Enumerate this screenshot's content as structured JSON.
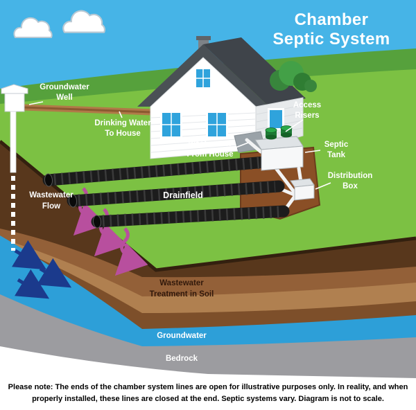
{
  "title": {
    "line1": "Chamber",
    "line2": "Septic System"
  },
  "labels": {
    "groundwater_well": [
      "Groundwater",
      "Well"
    ],
    "drinking_water_to_house": [
      "Drinking Water",
      "To House"
    ],
    "wastewater_from_house": [
      "Wastewater",
      "From House"
    ],
    "access_risers": [
      "Access",
      "Risers"
    ],
    "septic_tank": [
      "Septic",
      "Tank"
    ],
    "distribution_box": [
      "Distribution",
      "Box"
    ],
    "drainfield": "Drainfield",
    "wastewater_flow": [
      "Wastewater",
      "Flow"
    ],
    "wastewater_treatment_in_soil": [
      "Wastewater",
      "Treatment in Soil"
    ],
    "groundwater": "Groundwater",
    "bedrock": "Bedrock"
  },
  "note": "Please note: The ends of the chamber system lines are open for illustrative purposes only. In reality, and when properly installed, these lines are closed at the end. Septic systems vary. Diagram is not to scale.",
  "colors": {
    "sky": "#46b4e7",
    "grass": "#7cc143",
    "grass_back": "#56a13c",
    "topsoil_dark": "#58371c",
    "subsoil_1": "#936038",
    "subsoil_2": "#b08050",
    "subsoil_3": "#7d4f2a",
    "trench": "#8a4f26",
    "groundwater_blue": "#2d9fd8",
    "groundwater_arrow_blue": "#1b3a8c",
    "bedrock_gray": "#9c9ca0",
    "chamber_black": "#1c1c1c",
    "riser_green": "#2ba84a",
    "wastewater_arrow_magenta": "#b84f9e",
    "label_white": "#ffffff",
    "note_black": "#000000"
  }
}
